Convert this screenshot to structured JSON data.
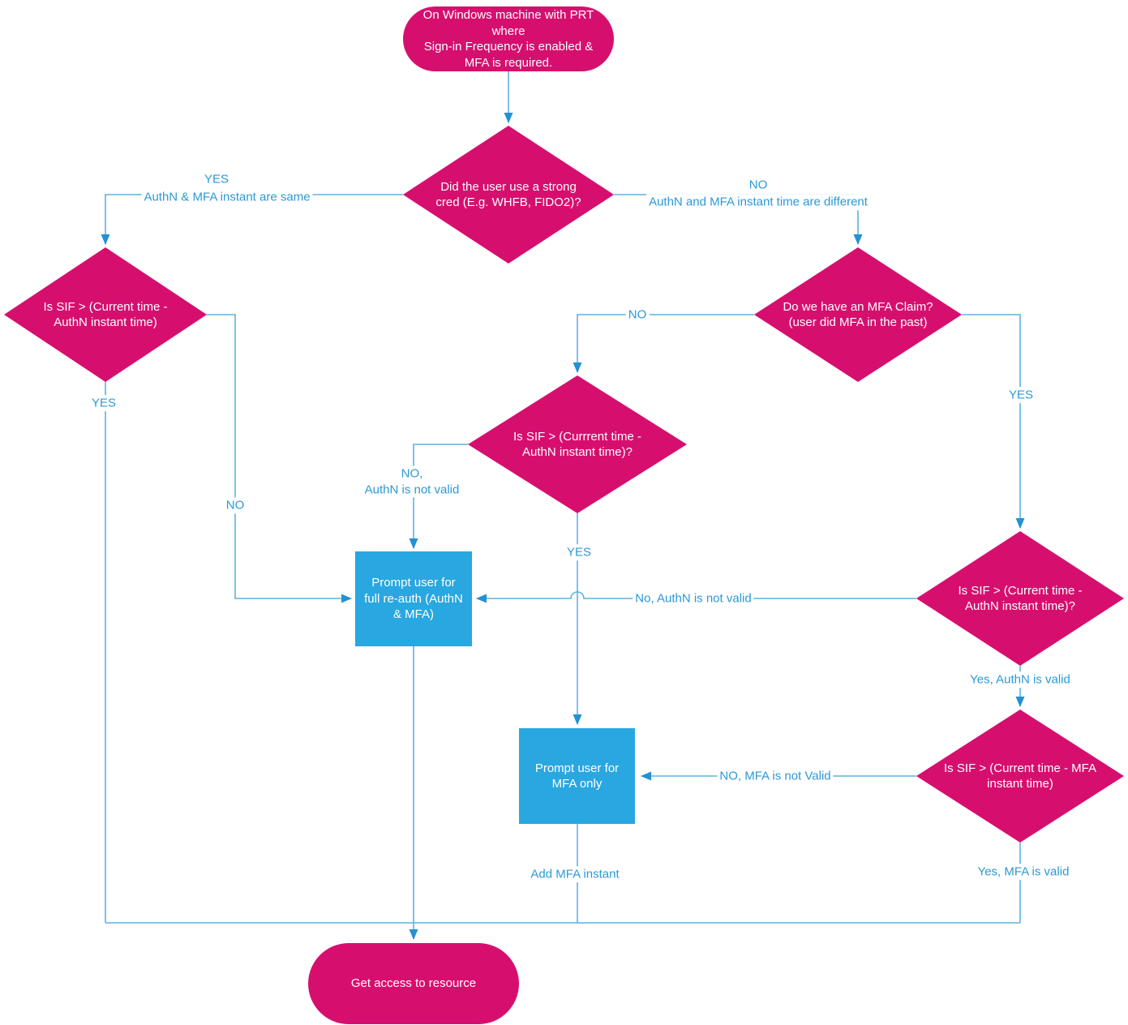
{
  "colors": {
    "shape_pink": "#D60F6F",
    "shape_blue": "#29A7E0",
    "line_blue": "#5FB0E0",
    "arrow_blue": "#2391D2",
    "label_text_blue": "#2B99D6"
  },
  "nodes": {
    "start": "On Windows machine with PRT\nwhere\nSign-in Frequency is enabled &\nMFA is required.",
    "strong_cred": "Did the user use a strong\ncred (E.g. WHFB, FIDO2)?",
    "sif_authn_left": "Is SIF > (Current time -\nAuthN instant time)",
    "mfa_claim": "Do we have an MFA Claim?\n(user did MFA in the past)",
    "sif_authn_mid": "Is SIF > (Currrent time -\nAuthN instant time)?",
    "sif_authn_right": "Is SIF > (Current time -\nAuthN instant time)?",
    "sif_mfa_right": "Is SIF > (Current time - MFA\ninstant time)",
    "full_reauth": "Prompt user for\nfull re-auth (AuthN\n& MFA)",
    "mfa_only": "Prompt user for\nMFA only",
    "end": "Get access to resource"
  },
  "edge_labels": {
    "strong_yes": "YES",
    "strong_yes_detail": "AuthN & MFA instant are same",
    "strong_no": "NO",
    "strong_no_detail": "AuthN and MFA instant time are different",
    "claim_no": "NO",
    "claim_yes": "YES",
    "left_yes": "YES",
    "left_no": "NO",
    "mid_no": "NO,\nAuthN is not valid",
    "mid_yes": "YES",
    "right_authn_no": "No, AuthN is not valid",
    "right_authn_yes": "Yes, AuthN is valid",
    "right_mfa_no": "NO, MFA is not Valid",
    "right_mfa_yes": "Yes, MFA is valid",
    "add_mfa": "Add MFA instant"
  }
}
